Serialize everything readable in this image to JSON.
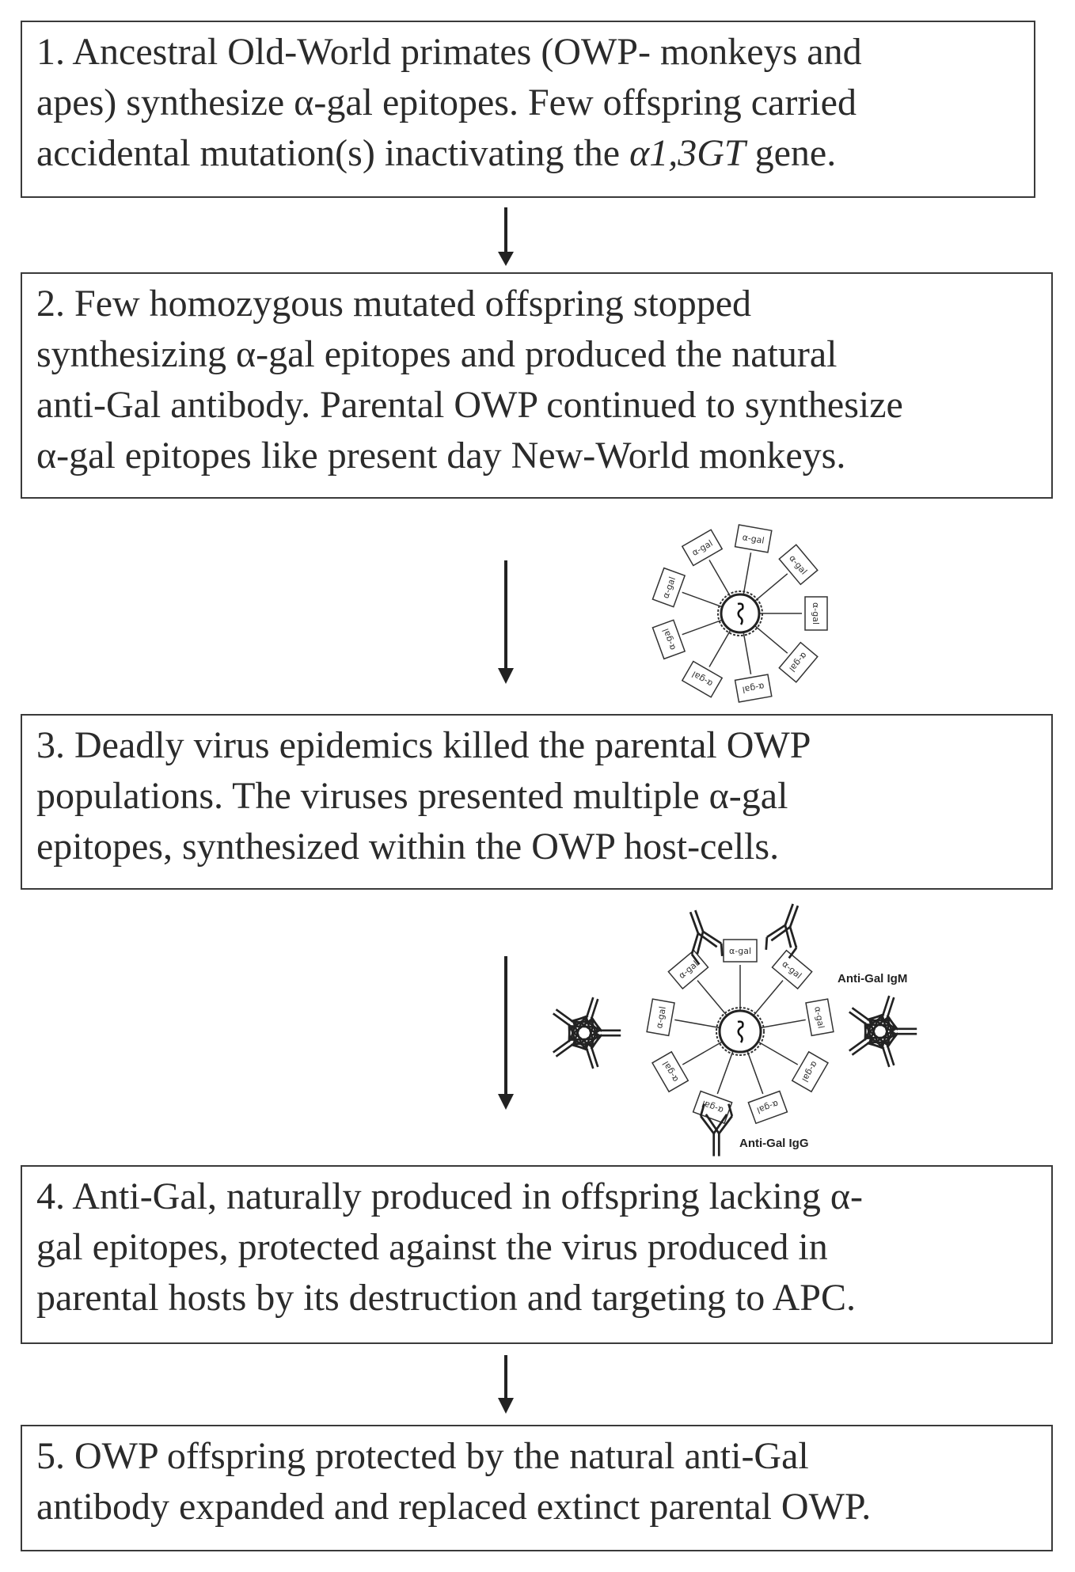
{
  "steps": [
    {
      "lines": [
        "1. Ancestral Old-World primates (OWP- monkeys and",
        "apes) synthesize α-gal epitopes. Few offspring carried",
        "accidental mutation(s) inactivating the "
      ],
      "gene": "α1,3GT",
      "gene_suffix": " gene."
    },
    {
      "lines": [
        "2. Few homozygous mutated offspring stopped",
        "synthesizing α-gal epitopes and produced the natural",
        "anti-Gal antibody. Parental OWP continued to synthesize",
        "α-gal epitopes like present day New-World monkeys."
      ]
    },
    {
      "lines": [
        "3. Deadly virus epidemics killed the parental OWP",
        "populations. The viruses presented multiple α-gal",
        "epitopes, synthesized within the OWP host-cells."
      ]
    },
    {
      "lines": [
        "4. Anti-Gal, naturally produced in offspring lacking α-",
        "gal epitopes, protected against the virus produced in",
        "parental hosts by its destruction and targeting to APC."
      ]
    },
    {
      "lines": [
        "5. OWP offspring protected by the natural anti-Gal",
        "antibody expanded and replaced extinct parental OWP."
      ]
    }
  ],
  "virus_diagram": {
    "epitope_label": "α-gal"
  },
  "antibody_diagram": {
    "epitope_label": "α-gal",
    "igm_label": "Anti-Gal IgM",
    "igg_label": "Anti-Gal IgG"
  }
}
